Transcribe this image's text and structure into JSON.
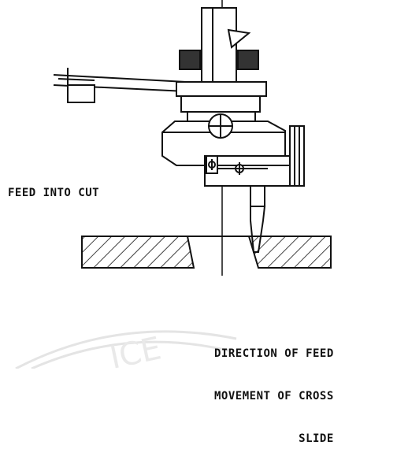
{
  "labels": {
    "feed_into_cut": "FEED INTO CUT",
    "direction_line1": "DIRECTION OF FEED",
    "direction_line2": "MOVEMENT OF CROSS",
    "direction_line3": "SLIDE"
  },
  "watermark": "ICE",
  "colors": {
    "ink": "#111111",
    "watermark": "#e4e4e4"
  }
}
